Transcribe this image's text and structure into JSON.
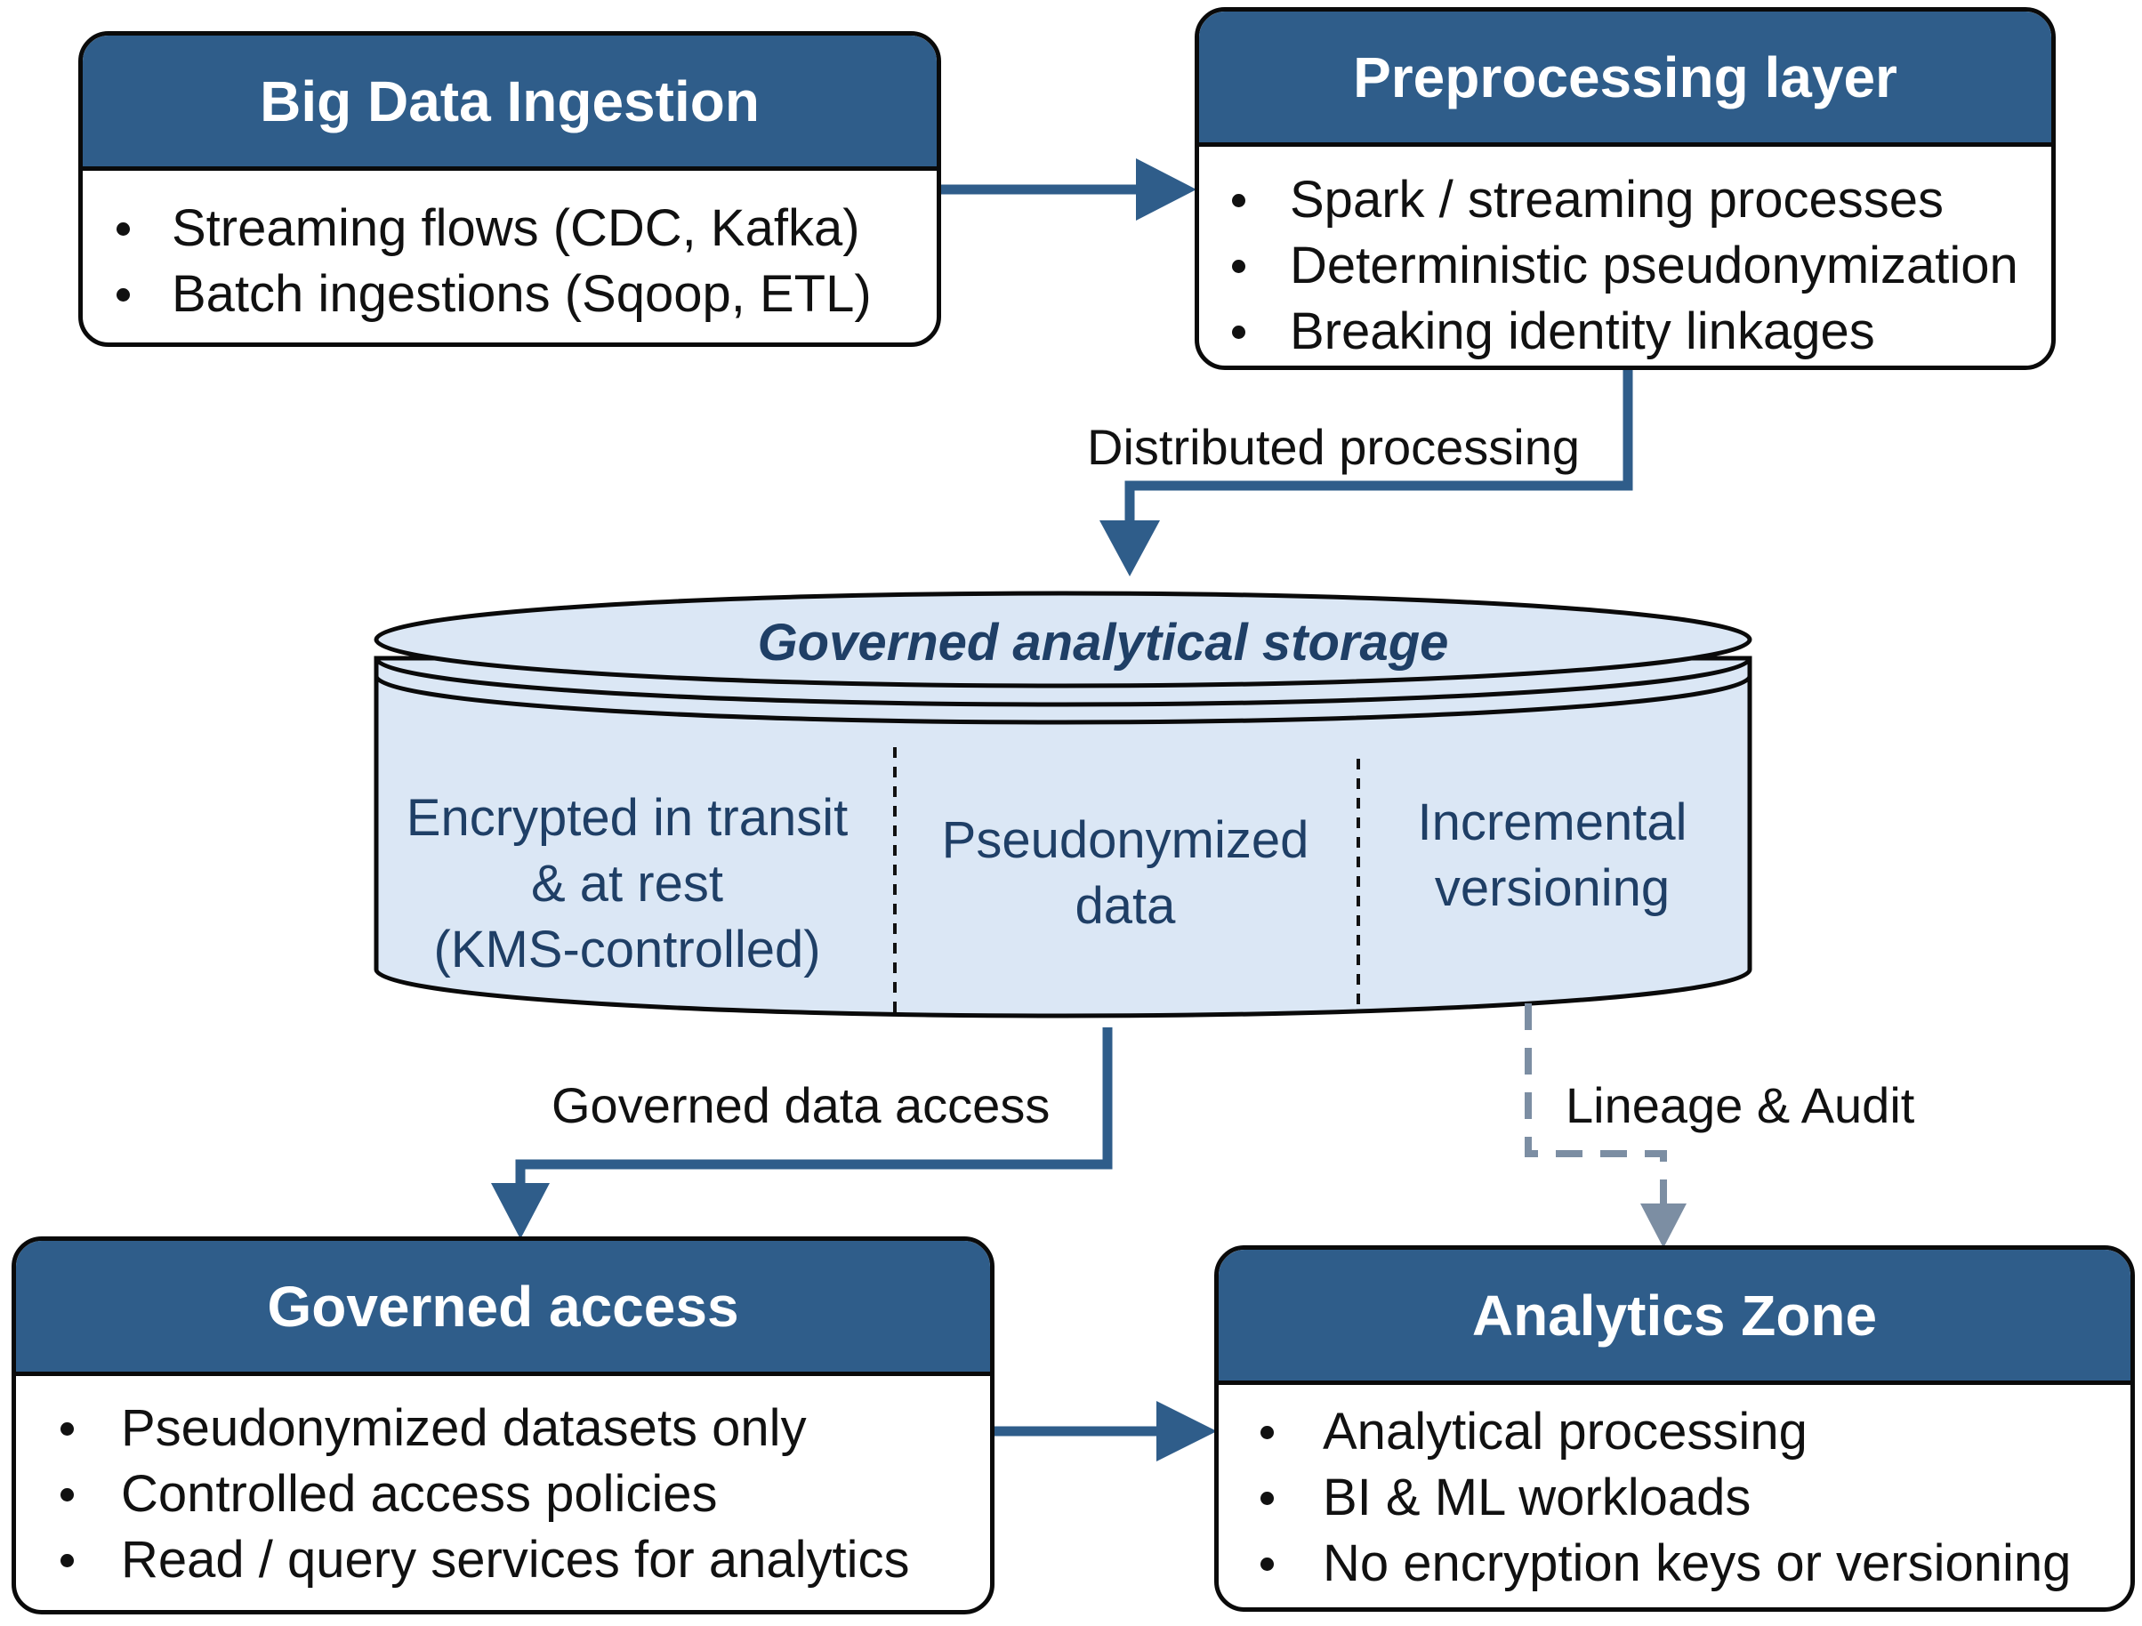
{
  "ingestion": {
    "title": "Big Data Ingestion",
    "items": [
      "Streaming flows (CDC, Kafka)",
      "Batch ingestions (Sqoop, ETL)"
    ]
  },
  "preprocessing": {
    "title": "Preprocessing layer",
    "items": [
      "Spark / streaming processes",
      "Deterministic pseudonymization",
      "Breaking identity linkages"
    ]
  },
  "storage": {
    "title": "Governed analytical storage",
    "sections": [
      "Encrypted in transit\n& at rest\n(KMS-controlled)",
      "Pseudonymized\ndata",
      "Incremental\nversioning"
    ]
  },
  "governed_access": {
    "title": "Governed access",
    "items": [
      "Pseudonymized datasets only",
      "Controlled access policies",
      "Read / query services for analytics"
    ]
  },
  "analytics": {
    "title": "Analytics Zone",
    "items": [
      "Analytical processing",
      "BI & ML workloads",
      "No encryption keys or versioning"
    ]
  },
  "edges": {
    "distributed": "Distributed processing",
    "governed_data_access": "Governed data access",
    "lineage": "Lineage & Audit"
  },
  "colors": {
    "header": "#2f5d8a",
    "arrow": "#2f5d8a",
    "dashed_arrow": "#7c8ea3",
    "storage_fill": "#dbe7f5",
    "storage_text": "#1f3f66"
  }
}
